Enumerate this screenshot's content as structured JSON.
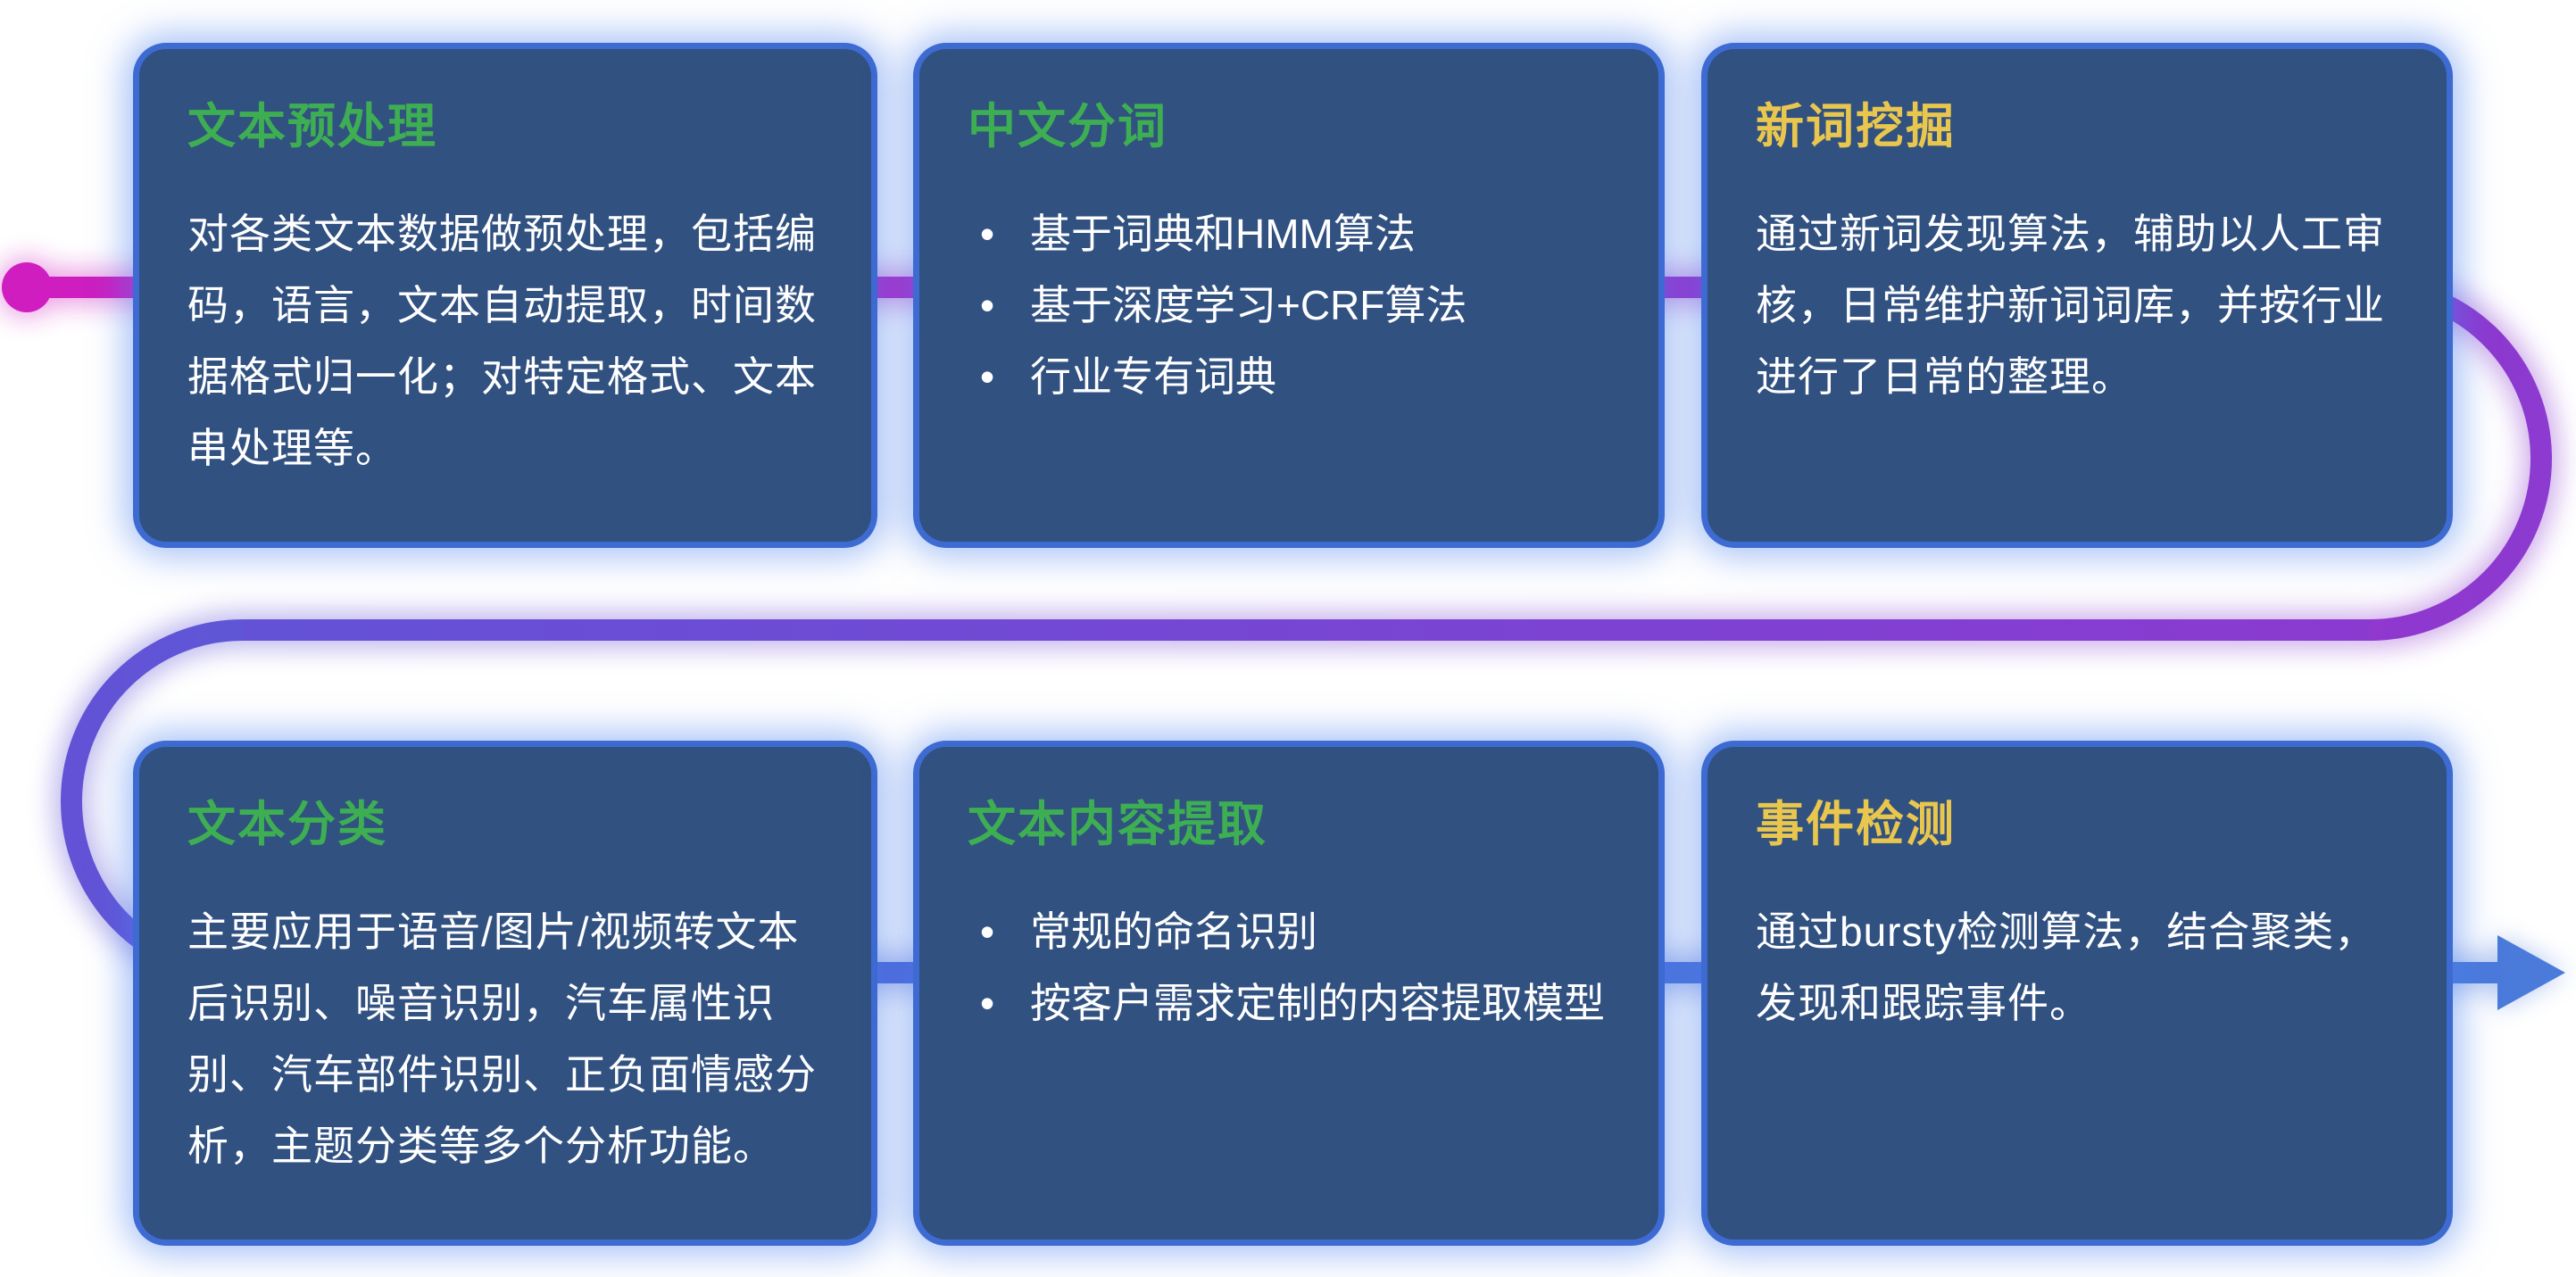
{
  "theme": {
    "background": "#ffffff",
    "card_fill": "#315181",
    "card_border": "#3d6bd2",
    "card_glow": "#4c82f0",
    "title_green": "#3EAE53",
    "title_yellow": "#E9C64D",
    "body_text": "#ffffff",
    "flow_start_color": "#d01dc0",
    "flow_mid_color": "#8b3ad0",
    "flow_end_color": "#4a7bdb"
  },
  "cards": [
    {
      "id": "text-preprocessing",
      "title": "文本预处理",
      "body": "对各类文本数据做预处理，包括编码，语言，文本自动提取，时间数据格式归一化；对特定格式、文本串处理等。"
    },
    {
      "id": "chinese-word-segmentation",
      "title": "中文分词",
      "bullets": [
        "基于词典和HMM算法",
        "基于深度学习+CRF算法",
        "行业专有词典"
      ]
    },
    {
      "id": "new-word-mining",
      "title": "新词挖掘",
      "body": "通过新词发现算法，辅助以人工审核，日常维护新词词库，并按行业进行了日常的整理。"
    },
    {
      "id": "text-classification",
      "title": "文本分类",
      "body": "主要应用于语音/图片/视频转文本后识别、噪音识别，汽车属性识别、汽车部件识别、正负面情感分析，主题分类等多个分析功能。"
    },
    {
      "id": "text-content-extraction",
      "title": "文本内容提取",
      "bullets": [
        "常规的命名识别",
        "按客户需求定制的内容提取模型"
      ]
    },
    {
      "id": "event-detection",
      "title": "事件检测",
      "body": "通过bursty检测算法，结合聚类，发现和跟踪事件。"
    }
  ]
}
